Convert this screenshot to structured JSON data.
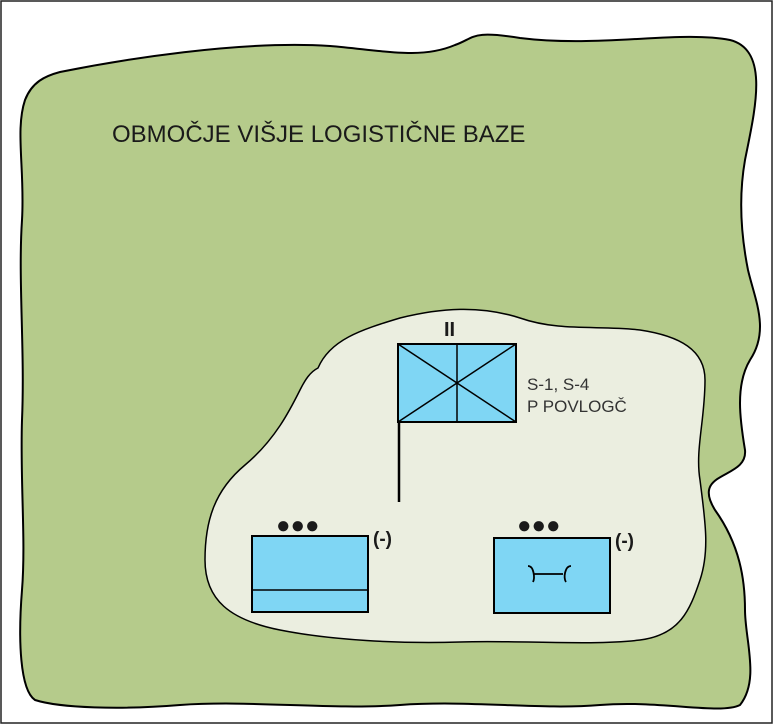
{
  "diagram": {
    "area_title": "OBMOČJE VIŠJE LOGISTIČNE BAZE",
    "hq_unit": {
      "echelon_mark": "II",
      "label_line1": "S-1, S-4",
      "label_line2": "P POVLOGČ"
    },
    "unit_left": {
      "echelon_mark": "●●●",
      "modifier": "(-)"
    },
    "unit_right": {
      "echelon_mark": "●●●",
      "modifier": "(-)"
    },
    "colors": {
      "outer_area": "#b5cb8b",
      "inner_area": "#ebeee0",
      "unit_fill": "#7fd6f4",
      "stroke": "#000000"
    }
  }
}
